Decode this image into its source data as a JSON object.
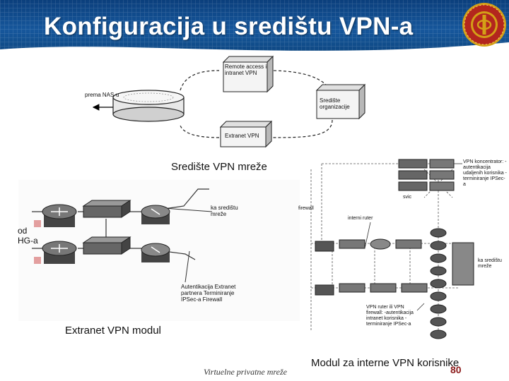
{
  "title": "Konfiguracija u središtu VPN-a",
  "colors": {
    "header": "#16579c",
    "logo_red": "#b3261e",
    "logo_gold": "#d4a017",
    "page_number": "#8b1a1a"
  },
  "top_diagram": {
    "remote_access": "Remote access i intranet VPN",
    "prema_nas": "prema NAS-u",
    "srediste_organizacije": "Središte organizacije",
    "extranet_vpn": "Extranet VPN"
  },
  "section_labels": {
    "srediste_vpn_mreze": "Središte VPN mreže",
    "extranet_vpn_modul": "Extranet VPN modul",
    "modul_interne": "Modul za interne VPN korisnike"
  },
  "extranet_module": {
    "od_hg": "od HG-a",
    "ka_sredistu": "ka središtu mreže",
    "autentikacija": "Autentikacija Extranet partnera Terminiranje IPSec-a Firewall"
  },
  "internal_module": {
    "vpn_koncentrator": "VPN koncentrator: -autentikacija udaljenih korisnika -terminiranje IPSec-a",
    "firewall": "firewall",
    "interni_ruter": "interni ruter",
    "ka_sredistu": "ka središtu mreže",
    "vpn_ruter": "VPN ruter ili VPN firewall: -autentikacija intranet korisnika -terminiranje IPSec-a",
    "small_label": "svic"
  },
  "footer": {
    "text": "Virtuelne privatne mreže",
    "page_number": "80"
  }
}
